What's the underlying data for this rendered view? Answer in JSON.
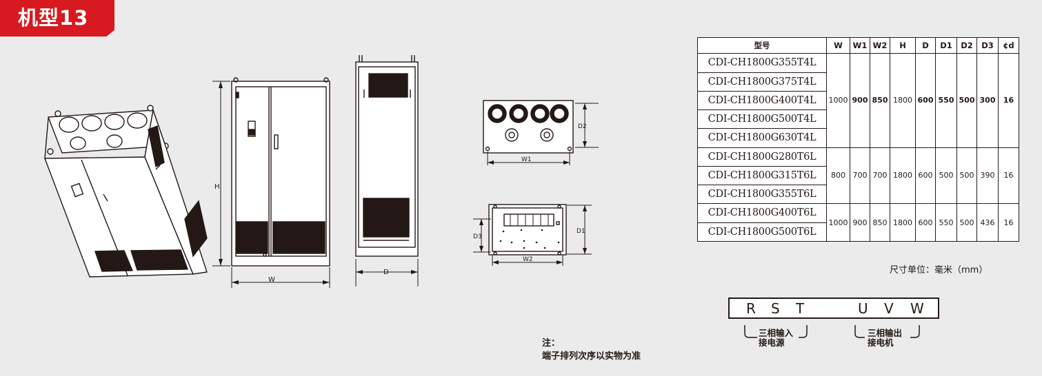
{
  "badge": {
    "title": "机型13"
  },
  "dimension_labels": {
    "h": "H",
    "w": "W",
    "d": "D",
    "w1": "W1",
    "d2": "D2",
    "w2": "W2",
    "d1": "D1",
    "d3": "D3"
  },
  "table": {
    "headers": [
      "型号",
      "W",
      "W1",
      "W2",
      "H",
      "D",
      "D1",
      "D2",
      "D3",
      "¢d"
    ],
    "groups": [
      {
        "models": [
          "CDI-CH1800G355T4L",
          "CDI-CH1800G375T4L",
          "CDI-CH1800G400T4L",
          "CDI-CH1800G500T4L",
          "CDI-CH1800G630T4L"
        ],
        "values": [
          "1000",
          "900",
          "850",
          "1800",
          "600",
          "550",
          "500",
          "300",
          "16"
        ]
      },
      {
        "models": [
          "CDI-CH1800G280T6L",
          "CDI-CH1800G315T6L",
          "CDI-CH1800G355T6L"
        ],
        "values": [
          "800",
          "700",
          "700",
          "1800",
          "600",
          "500",
          "500",
          "390",
          "16"
        ]
      },
      {
        "models": [
          "CDI-CH1800G400T6L",
          "CDI-CH1800G500T6L"
        ],
        "values": [
          "1000",
          "900",
          "850",
          "1800",
          "600",
          "550",
          "500",
          "436",
          "16"
        ]
      }
    ]
  },
  "unit_note": "尺寸单位：毫米（mm）",
  "terminals": {
    "input_letters": [
      "R",
      "S",
      "T"
    ],
    "output_letters": [
      "U",
      "V",
      "W"
    ],
    "input_label_line1": "三相输入",
    "input_label_line2": "接电源",
    "output_label_line1": "三相输出",
    "output_label_line2": "接电机"
  },
  "note": {
    "title": "注：",
    "text": "端子排列次序以实物为准"
  }
}
